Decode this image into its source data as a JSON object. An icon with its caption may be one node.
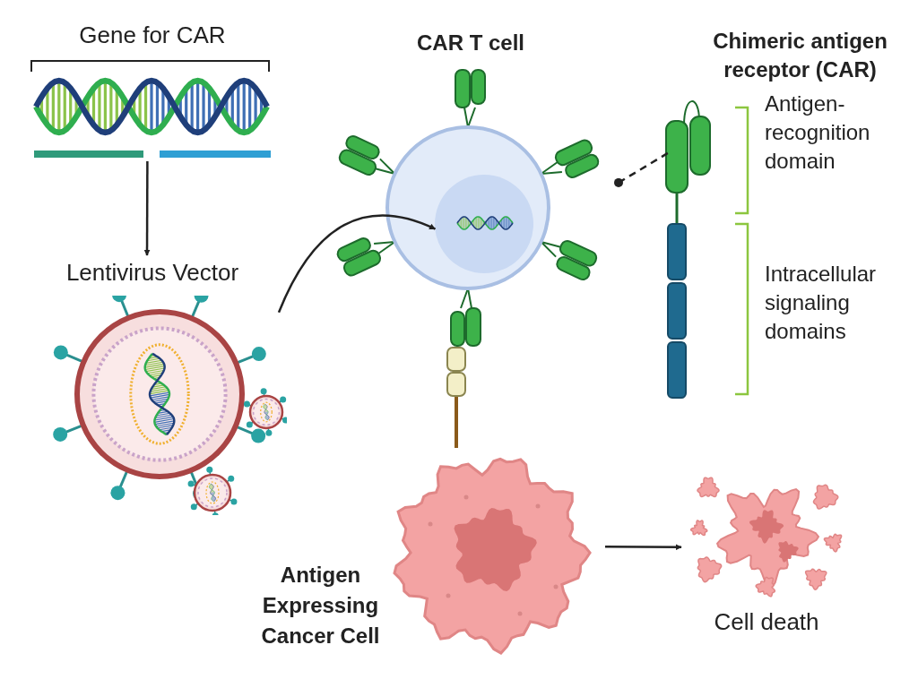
{
  "diagram": {
    "nodes": [
      {
        "text": [
          "Gene for CAR"
        ]
      },
      {
        "text": [
          "Lentivirus Vector"
        ]
      },
      {
        "text": [
          "CAR T cell"
        ]
      },
      {
        "text": [
          "Chimeric antigen receptor (CAR)"
        ]
      },
      {
        "text": [
          "Antigen Expressing Cancer Cell"
        ]
      },
      {
        "text": [
          "Cell death"
        ]
      }
    ],
    "edges": [
      {
        "from": 0,
        "to": 1,
        "arrow": "to"
      },
      {
        "from": 1,
        "to": 2,
        "arrow": "to"
      },
      {
        "from": 2,
        "to": 3,
        "arrow": "other",
        "style": "dashed"
      },
      {
        "from": 4,
        "to": 5,
        "arrow": "to"
      }
    ],
    "labels": [
      "Antigen-recognition domain",
      "Intracellular signaling domains"
    ]
  }
}
